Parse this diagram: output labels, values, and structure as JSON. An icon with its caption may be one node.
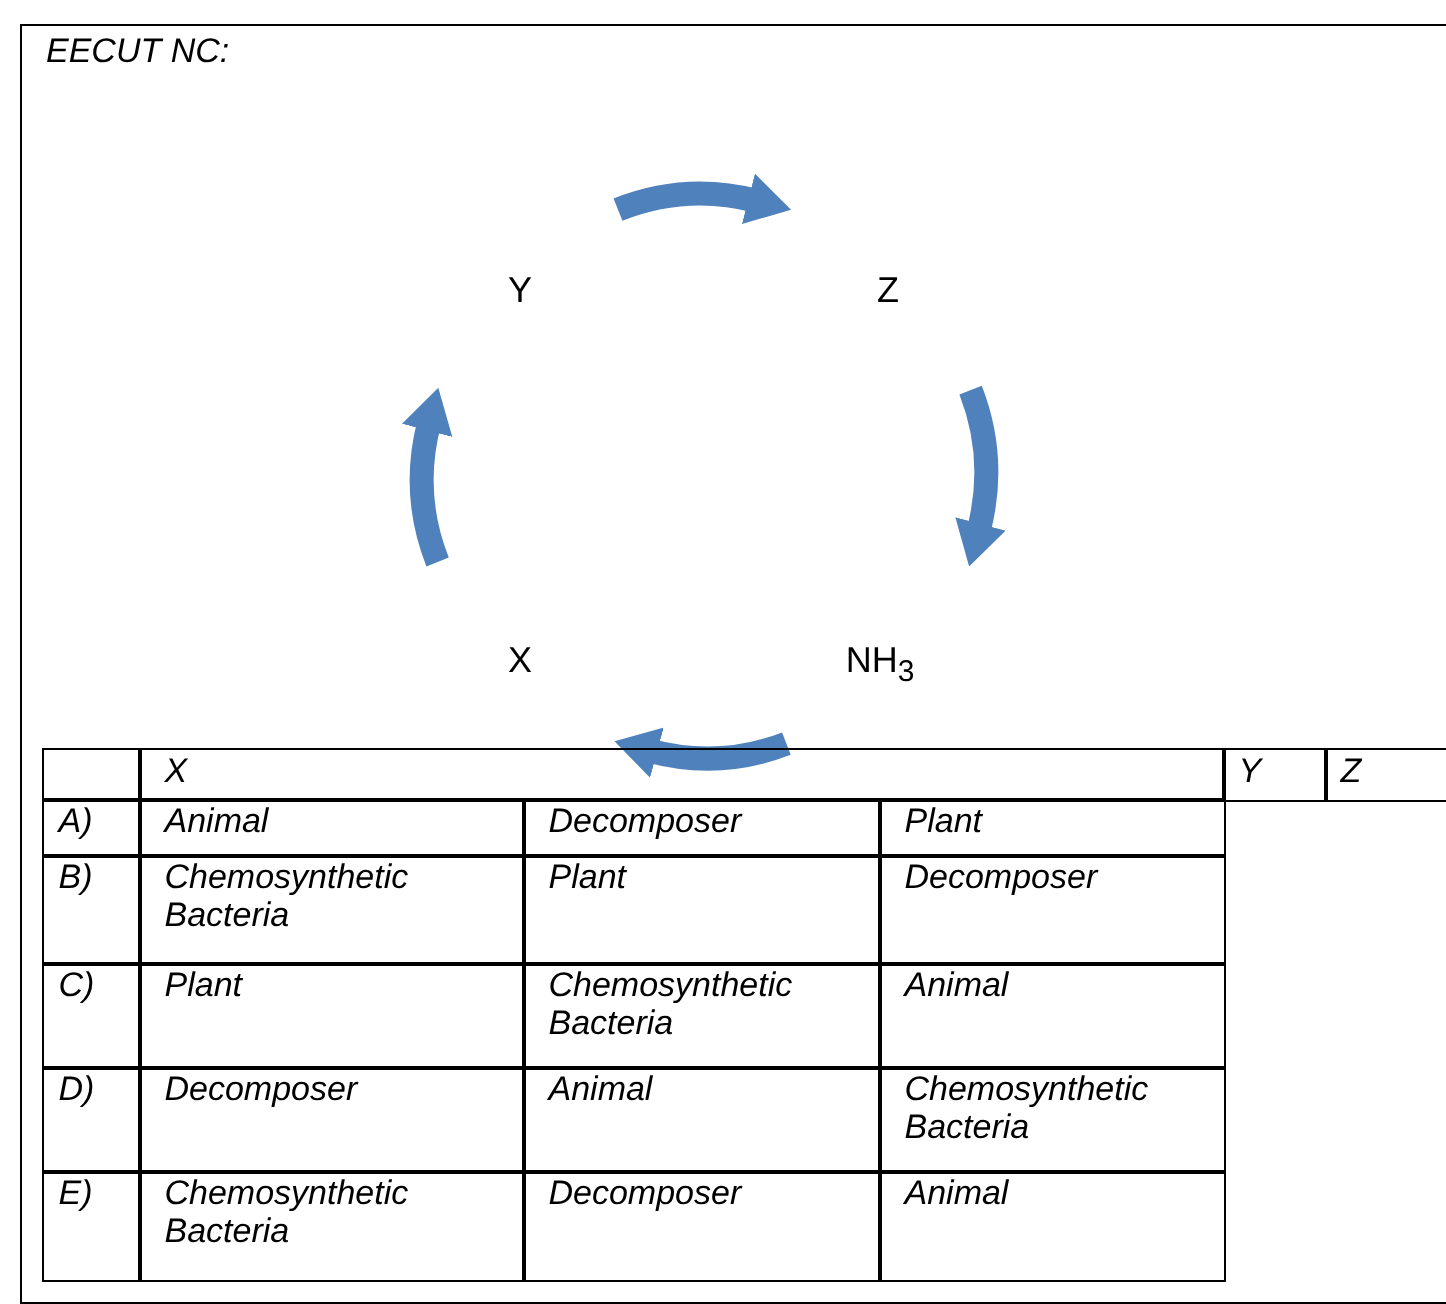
{
  "diagram": {
    "title": "EECUT NC:",
    "nodes": [
      {
        "text": [
          "Y"
        ]
      },
      {
        "text": [
          "Z"
        ]
      },
      {
        "text": [
          "NH$_{3}$"
        ]
      },
      {
        "text": [
          "X"
        ]
      }
    ],
    "edges": [
      {
        "from": 0,
        "to": 1,
        "arrow": "to"
      },
      {
        "from": 1,
        "to": 2,
        "arrow": "to"
      },
      {
        "from": 2,
        "to": 3,
        "arrow": "to"
      },
      {
        "from": 3,
        "to": 0,
        "arrow": "to"
      }
    ],
    "labels": [
      "X",
      "Y",
      "Z",
      "A)",
      "Animal",
      "Decomposer",
      "Plant",
      "B)",
      "Chemosynthetic Bacteria",
      "Plant",
      "Decomposer",
      "C)",
      "Plant",
      "Chemosynthetic Bacteria",
      "Animal",
      "D)",
      "Decomposer",
      "Animal",
      "Chemosynthetic Bacteria",
      "E)",
      "Chemosynthetic Bacteria",
      "Decomposer",
      "Animal"
    ]
  }
}
